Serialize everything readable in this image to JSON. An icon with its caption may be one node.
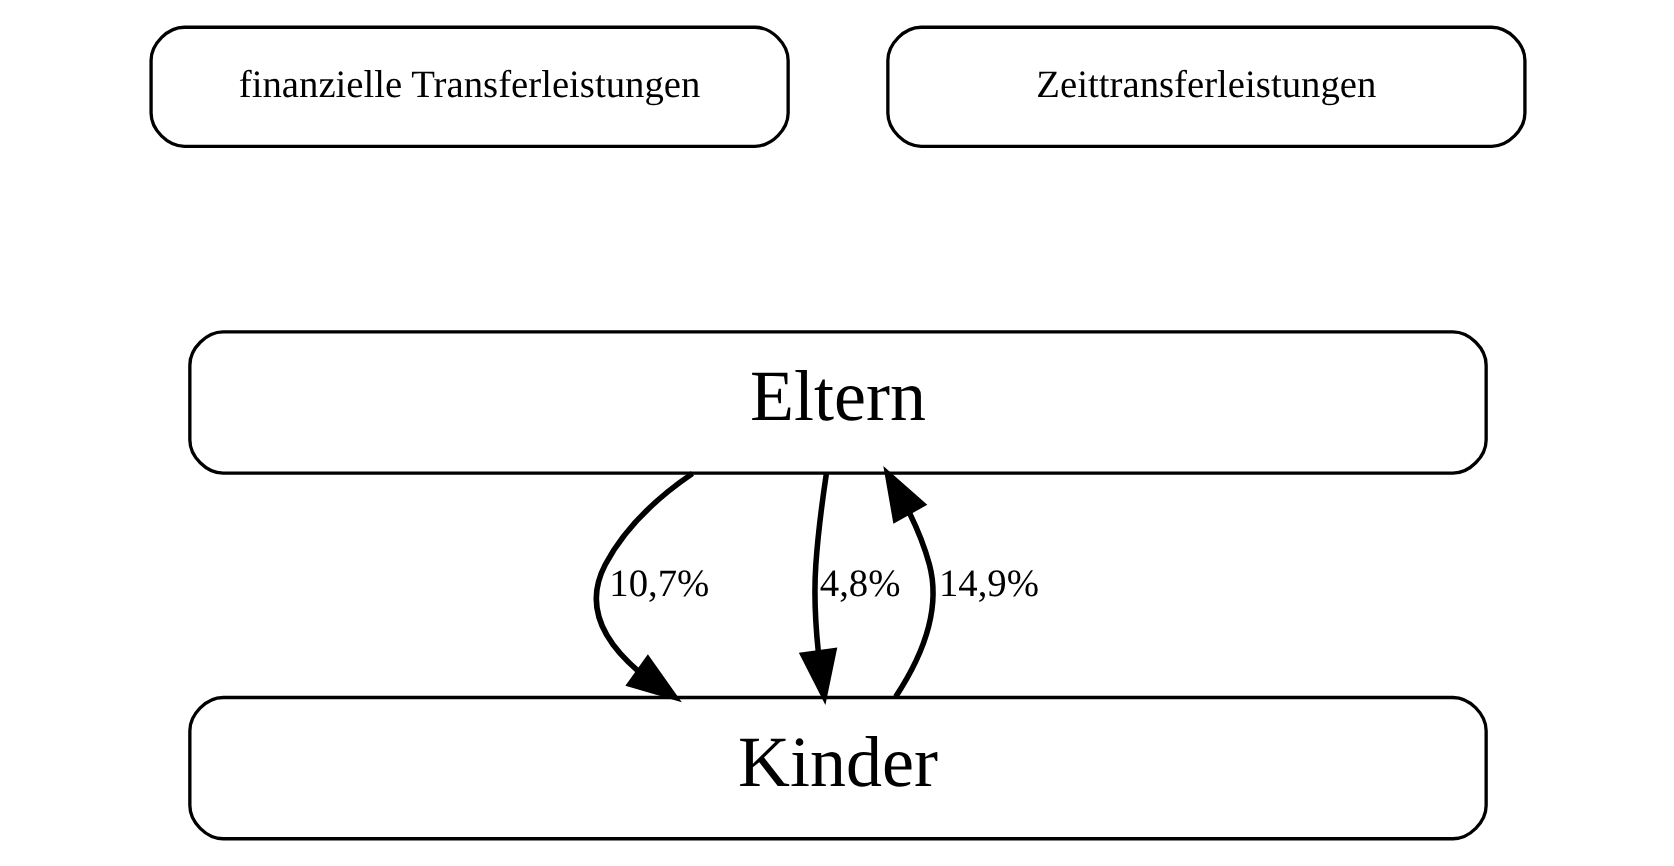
{
  "diagram": {
    "nodes": [
      {
        "text": [
          "finanzielle Transferleistungen"
        ]
      },
      {
        "text": [
          "Zeittransferleistungen"
        ]
      },
      {
        "text": [
          "Eltern"
        ]
      },
      {
        "text": [
          "Kinder"
        ]
      }
    ],
    "edges": [
      {
        "from": 2,
        "to": 3,
        "arrow": "to",
        "label": "10,7%"
      },
      {
        "from": 3,
        "to": 2,
        "arrow": "to",
        "label": "14,9%"
      },
      {
        "from": 2,
        "to": 3,
        "arrow": "to",
        "label": "4,8%"
      }
    ]
  }
}
